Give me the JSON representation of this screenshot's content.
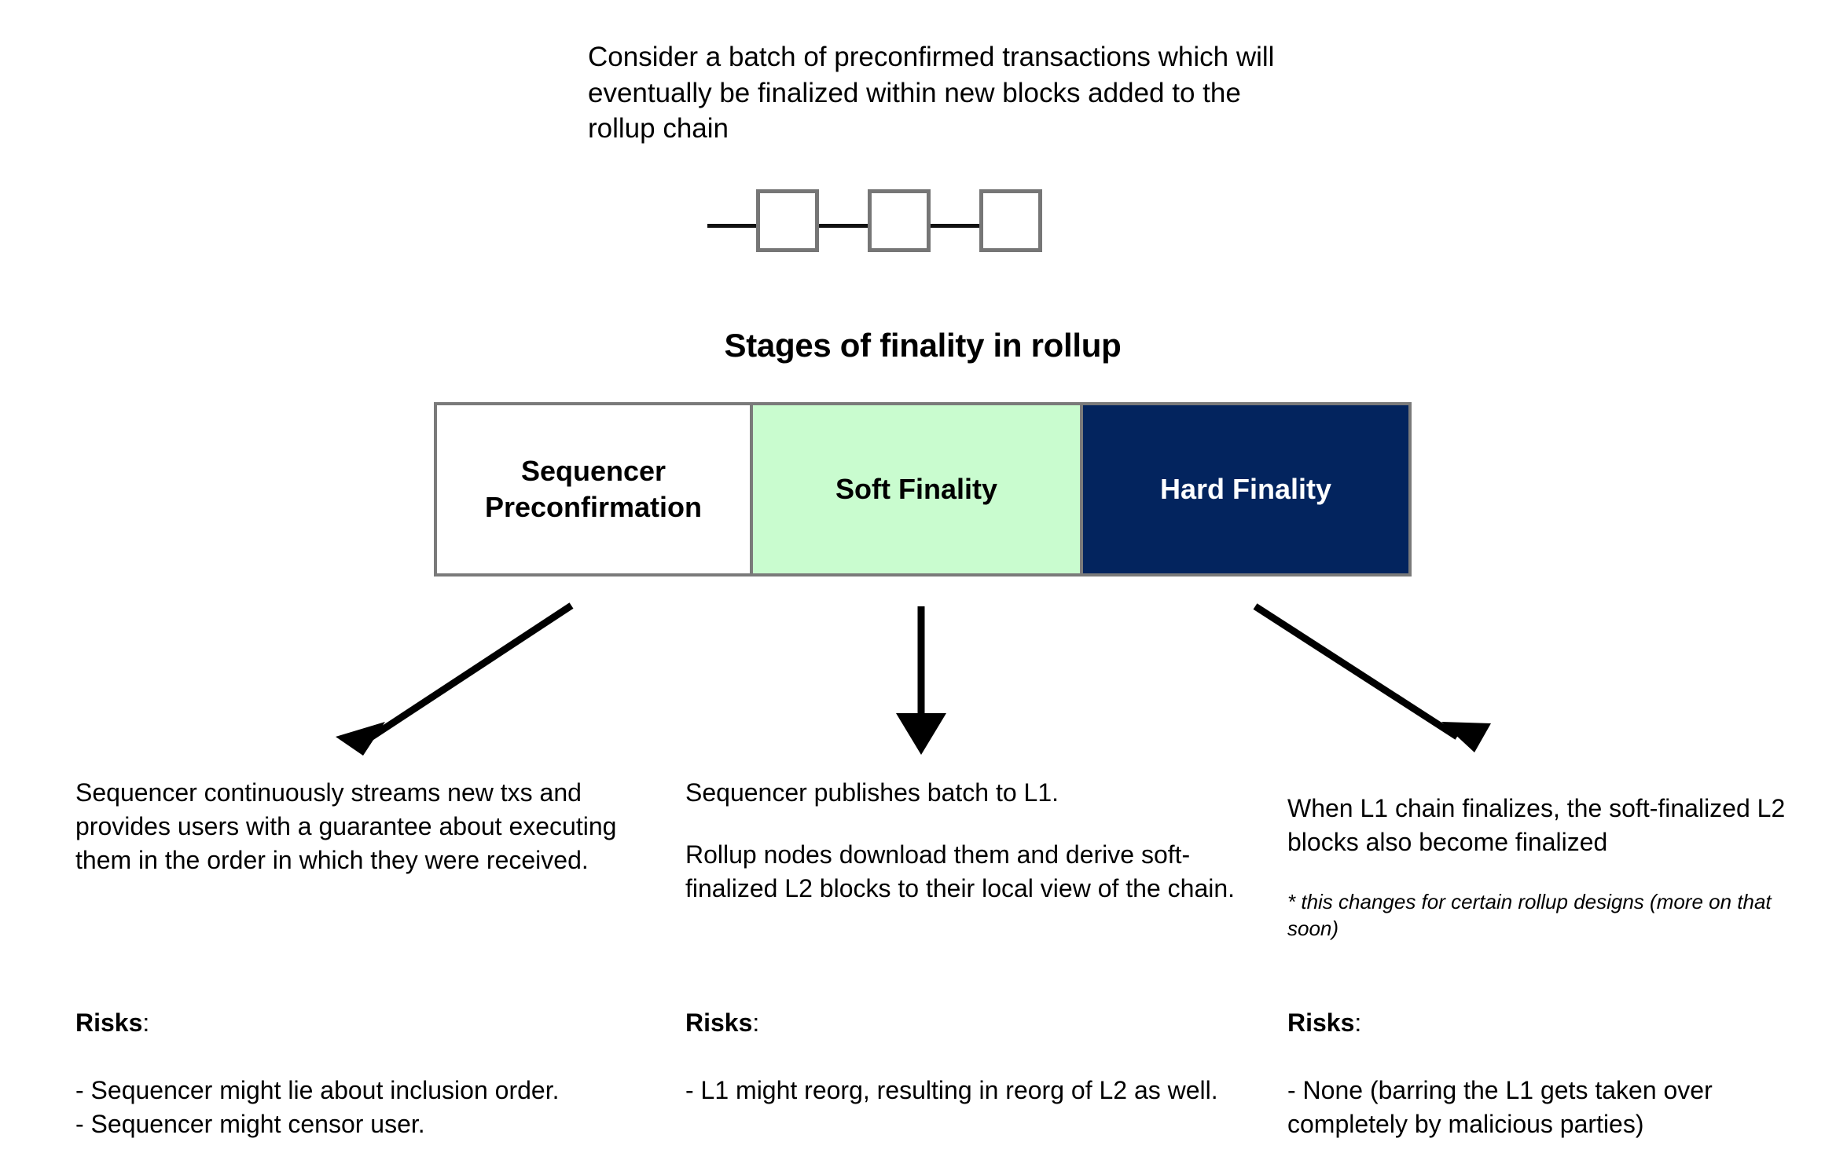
{
  "intro": {
    "text": "Consider a batch of preconfirmed transactions which will eventually be finalized within new blocks added to the rollup chain"
  },
  "chain": {
    "block_count": 3,
    "block_label": "",
    "stroke_color": "#767676",
    "link_color": "#111111"
  },
  "section": {
    "title": "Stages of finality in rollup"
  },
  "finality_bar": {
    "stages": [
      {
        "name": "sequencer-preconfirmation",
        "label": "Sequencer\nPreconfirmation",
        "fill": "#ffffff",
        "text_color": "#000000"
      },
      {
        "name": "soft-finality",
        "label": "Soft Finality",
        "fill": "#c9fccf",
        "text_color": "#000000"
      },
      {
        "name": "hard-finality",
        "label": "Hard Finality",
        "fill": "#03245e",
        "text_color": "#ffffff"
      }
    ],
    "border_color": "#7a7a7a"
  },
  "arrows": [
    {
      "name": "arrow-to-sequencer-notes",
      "direction": "down-left"
    },
    {
      "name": "arrow-to-soft-finality-notes",
      "direction": "down"
    },
    {
      "name": "arrow-to-hard-finality-notes",
      "direction": "down-right"
    }
  ],
  "columns": {
    "left": {
      "body": "Sequencer continuously streams new txs and provides users with a guarantee about executing them in the order in which they were received.",
      "risks_label": "Risks",
      "risks_colon": ":",
      "risks_body": "- Sequencer might lie about inclusion order.\n- Sequencer might censor user."
    },
    "middle": {
      "body_1": "Sequencer publishes batch to L1.",
      "body_2": "Rollup nodes download them and derive soft-finalized L2 blocks to their local view of the chain.",
      "risks_label": "Risks",
      "risks_colon": ":",
      "risks_body": "- L1 might reorg, resulting in reorg of L2 as well."
    },
    "right": {
      "body": "When L1 chain finalizes, the soft-finalized L2 blocks also become finalized",
      "footnote": "* this changes for certain rollup designs (more on that soon)",
      "risks_label": "Risks",
      "risks_colon": ":",
      "risks_body": "- None (barring the L1 gets taken over completely by malicious parties)"
    }
  }
}
